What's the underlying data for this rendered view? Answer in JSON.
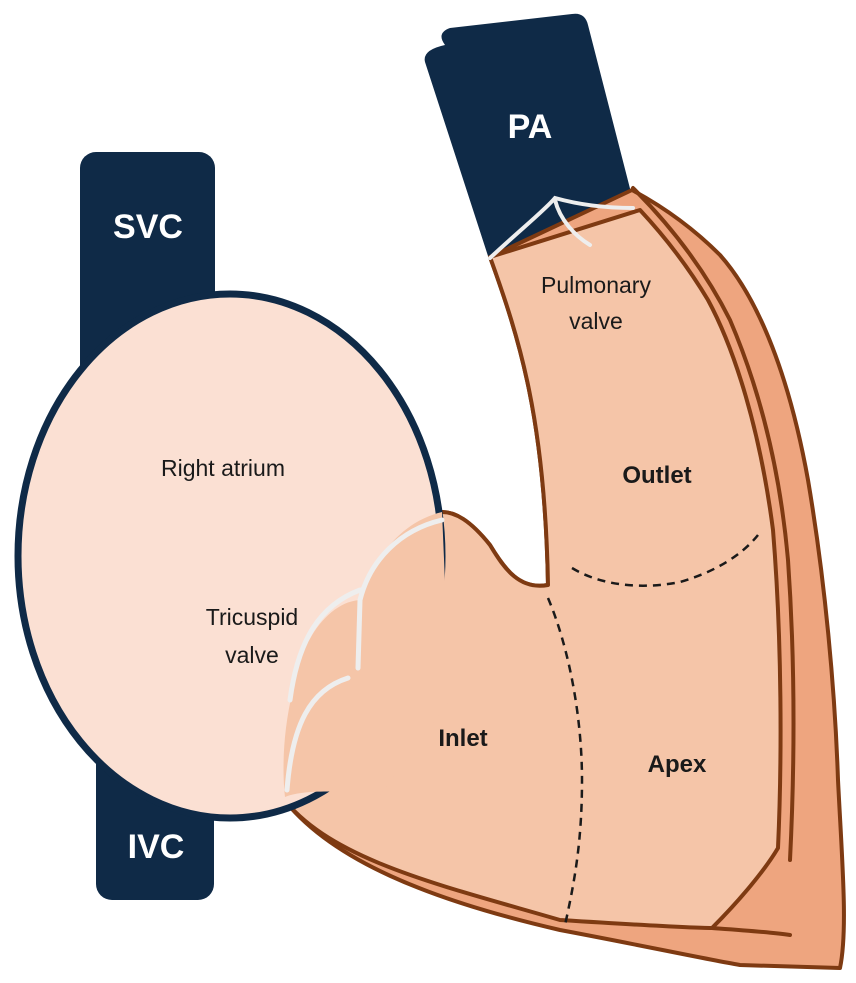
{
  "colors": {
    "vessel": "#0f2a47",
    "atrium_fill": "#fbe0d3",
    "ventricle_fill": "#f5c5a8",
    "wall_fill": "#eea57f",
    "wall_stroke": "#7e3a12",
    "valve_leaflet": "#eeeeee",
    "label_vessel": "#ffffff",
    "label_text": "#1a1a1a"
  },
  "vessels": {
    "svc": "SVC",
    "ivc": "IVC",
    "pa": "PA"
  },
  "labels": {
    "right_atrium": "Right atrium",
    "tricuspid_line1": "Tricuspid",
    "tricuspid_line2": "valve",
    "pulmonary_line1": "Pulmonary",
    "pulmonary_line2": "valve",
    "outlet": "Outlet",
    "inlet": "Inlet",
    "apex": "Apex"
  }
}
